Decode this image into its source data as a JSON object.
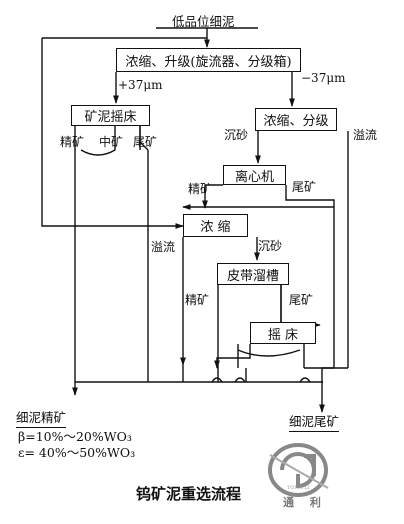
{
  "diagram": {
    "input": "低品位细泥",
    "classify": "浓缩、升级(旋流器、分级箱)",
    "plus37": "+37μm",
    "minus37": "−37μm",
    "slime_table": "矿泥摇床",
    "concentrate": "精矿",
    "middling": "中矿",
    "tailings": "尾矿",
    "thicken_classify": "浓缩、分级",
    "sand": "沉砂",
    "overflow": "溢流",
    "centrifuge": "离心机",
    "centrifuge_conc": "精矿",
    "centrifuge_tail": "尾矿",
    "thicken": "浓  缩",
    "overflow2": "溢流",
    "sand2": "沉砂",
    "belt_sluice": "皮带溜槽",
    "sluice_conc": "精矿",
    "sluice_tail": "尾矿",
    "shaking_table": "摇  床",
    "fine_conc": "细泥精矿",
    "grade": "β=10%～20%WO₃",
    "recovery": "ε= 40%～50%WO₃",
    "fine_tail": "细泥尾矿",
    "caption": "钨矿泥重选流程",
    "logo_text": "通 利",
    "logo_small": "TONG LI"
  },
  "colors": {
    "line": "#111111",
    "logo": "#8a8a8a"
  }
}
